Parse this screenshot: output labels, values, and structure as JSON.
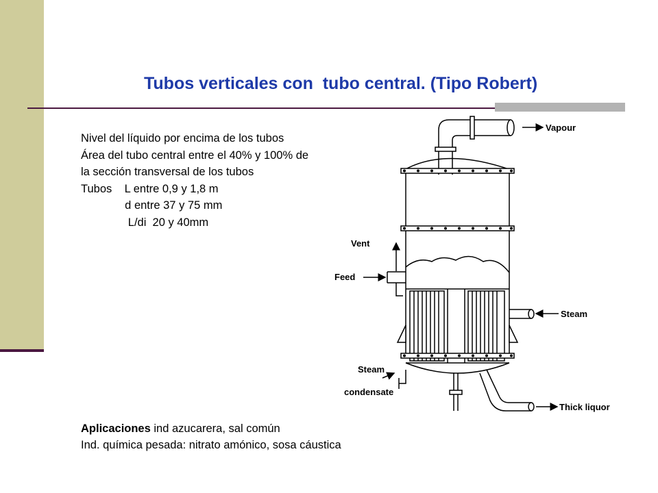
{
  "slide": {
    "title": "Tubos verticales con  tubo central. (Tipo Robert)",
    "lines": [
      "Nivel del líquido por encima de los tubos",
      "Área del tubo central entre el 40% y 100% de",
      "la sección transversal de los tubos",
      "Tubos    L entre 0,9 y 1,8 m",
      "              d entre 37 y 75 mm",
      "               L/di  20 y 40mm"
    ],
    "applications": {
      "bold": "Aplicaciones",
      "rest": " ind azucarera, sal común",
      "line2": "Ind. química pesada: nitrato amónico, sosa cáustica"
    }
  },
  "diagram": {
    "labels": {
      "vapour": "Vapour",
      "vent": "Vent",
      "feed": "Feed",
      "steam": "Steam",
      "steam_cond_1": "Steam",
      "steam_cond_2": "condensate",
      "thick_liquor": "Thick liquor"
    }
  },
  "colors": {
    "title": "#1e3aa8",
    "sidebar": "#cfcc9b",
    "rule": "#4a1840",
    "rule_accent": "#b3b3b3"
  }
}
